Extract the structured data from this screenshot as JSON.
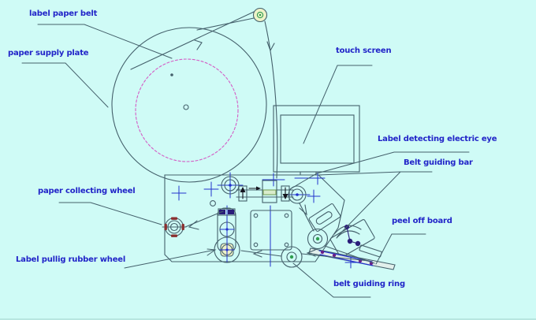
{
  "diagram": {
    "subject": "labeling machine parts diagram",
    "background_color": "#cffbf6",
    "line_color": "#44606b",
    "centerline_blue": "#2233cc",
    "label_text_color": "#2124c8",
    "dashed_circle_color": "#d45cc5",
    "green_accent": "#2e9e4f",
    "labels": {
      "label_paper_belt": "label paper belt",
      "paper_supply_plate": "paper supply plate",
      "touch_screen": "touch screen",
      "label_detecting_electric_eye": "Label detecting electric eye",
      "belt_guiding_bar": "Belt guiding bar",
      "peel_off_board": "peel off board",
      "paper_collecting_wheel": "paper collecting wheel",
      "label_pullig_rubber_wheel": "Label pullig rubber wheel",
      "belt_guiding_ring": "belt guiding ring"
    }
  }
}
